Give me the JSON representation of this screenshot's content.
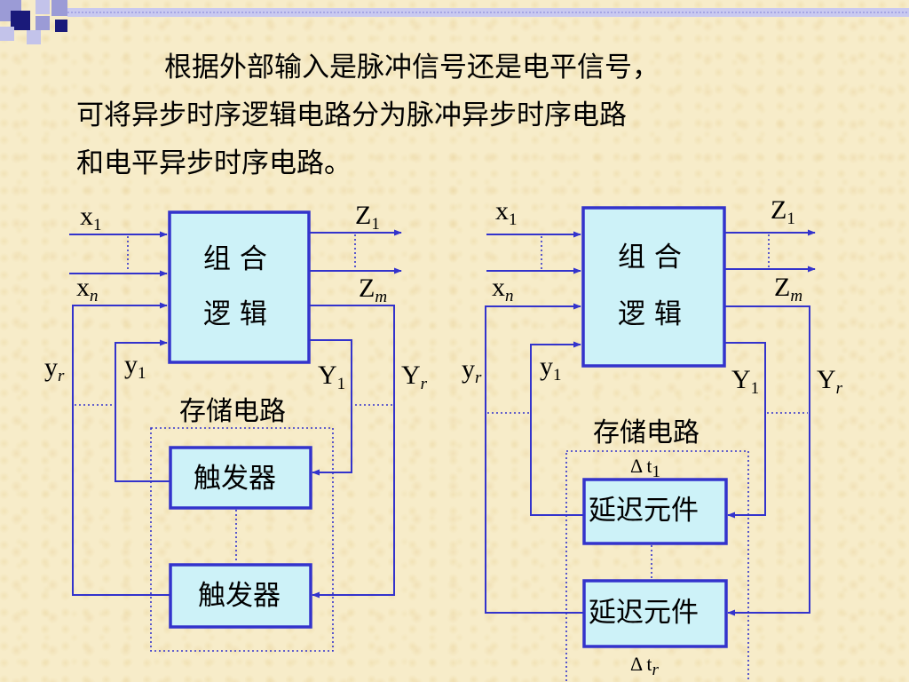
{
  "paragraph": {
    "line1": "根据外部输入是脉冲信号还是电平信号，",
    "line2": "可将异步时序逻辑电路分为脉冲异步时序电路",
    "line3": "和电平异步时序电路。"
  },
  "left_diagram": {
    "combo_line1": "组 合",
    "combo_line2": "逻 辑",
    "storage_label": "存储电路",
    "element_top": "触发器",
    "element_bottom": "触发器",
    "x1": {
      "main": "x",
      "sub": "1"
    },
    "xn": {
      "main": "x",
      "sub": "n"
    },
    "z1": {
      "main": "Z",
      "sub": "1"
    },
    "zm": {
      "main": "Z",
      "sub": "m"
    },
    "yr": {
      "main": "y",
      "sub": "r"
    },
    "y1": {
      "main": "y",
      "sub": "1"
    },
    "Y1": {
      "main": "Y",
      "sub": "1"
    },
    "Yr": {
      "main": "Y",
      "sub": "r"
    }
  },
  "right_diagram": {
    "combo_line1": "组 合",
    "combo_line2": "逻 辑",
    "storage_label": "存储电路",
    "element_top": "延迟元件",
    "element_bottom": "延迟元件",
    "delay_top": {
      "main": "Δ  t",
      "sub": "1"
    },
    "delay_bottom": {
      "main": "Δ  t",
      "sub": "r"
    },
    "x1": {
      "main": "x",
      "sub": "1"
    },
    "xn": {
      "main": "x",
      "sub": "n"
    },
    "z1": {
      "main": "Z",
      "sub": "1"
    },
    "zm": {
      "main": "Z",
      "sub": "m"
    },
    "yr": {
      "main": "y",
      "sub": "r"
    },
    "y1": {
      "main": "y",
      "sub": "1"
    },
    "Y1": {
      "main": "Y",
      "sub": "1"
    },
    "Yr": {
      "main": "Y",
      "sub": "r"
    }
  },
  "colors": {
    "line": "#3333cc",
    "box_fill": "#cdf2f8",
    "background": "#f7ecc9",
    "logo_dark": "#1a1a7a",
    "logo_light": "#9b9bd6"
  },
  "icons": [
    "slide-corner-logo-icon",
    "arrowhead-icon"
  ]
}
